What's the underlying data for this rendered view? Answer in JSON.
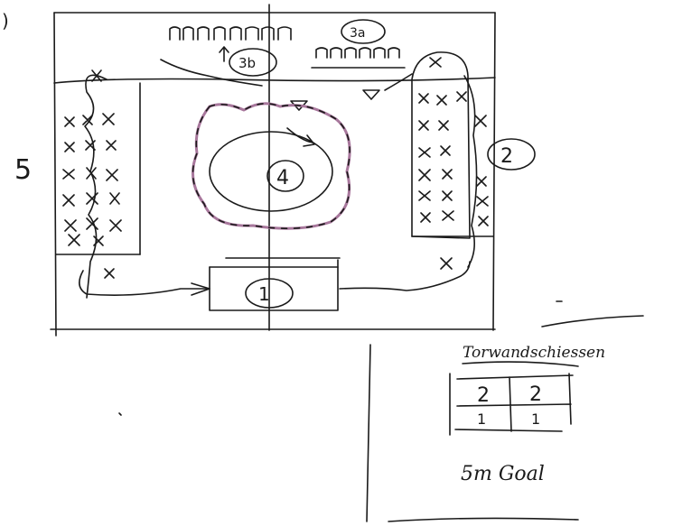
{
  "figure": {
    "panel_marker": ")",
    "side_note": "5",
    "stations": [
      {
        "id": "3b",
        "label": "3b"
      },
      {
        "id": "3a",
        "label": "3a"
      },
      {
        "id": "2",
        "label": "2"
      },
      {
        "id": "4",
        "label": "4"
      },
      {
        "id": "1",
        "label": "1"
      }
    ],
    "goal_wall": {
      "title": "Torwandschiessen",
      "points_top": [
        "2",
        "2"
      ],
      "points_bottom": [
        "1",
        "1"
      ],
      "distance_note": "5m Goal"
    }
  }
}
